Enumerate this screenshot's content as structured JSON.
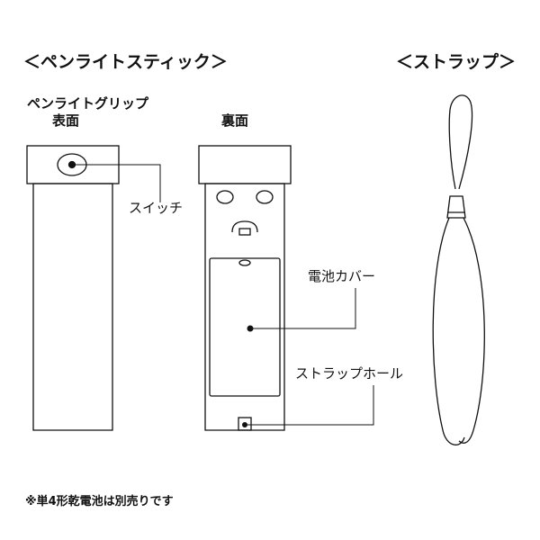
{
  "titles": {
    "penlight_stick": "＜ペンライトスティック＞",
    "strap": "＜ストラップ＞"
  },
  "views": {
    "front_line1": "ペンライトグリップ",
    "front_line2": "表面",
    "back": "裏面"
  },
  "callouts": {
    "switch": "スイッチ",
    "battery_cover": "電池カバー",
    "strap_hole": "ストラップホール"
  },
  "footnote": "※単4形乾電池は別売りです"
}
